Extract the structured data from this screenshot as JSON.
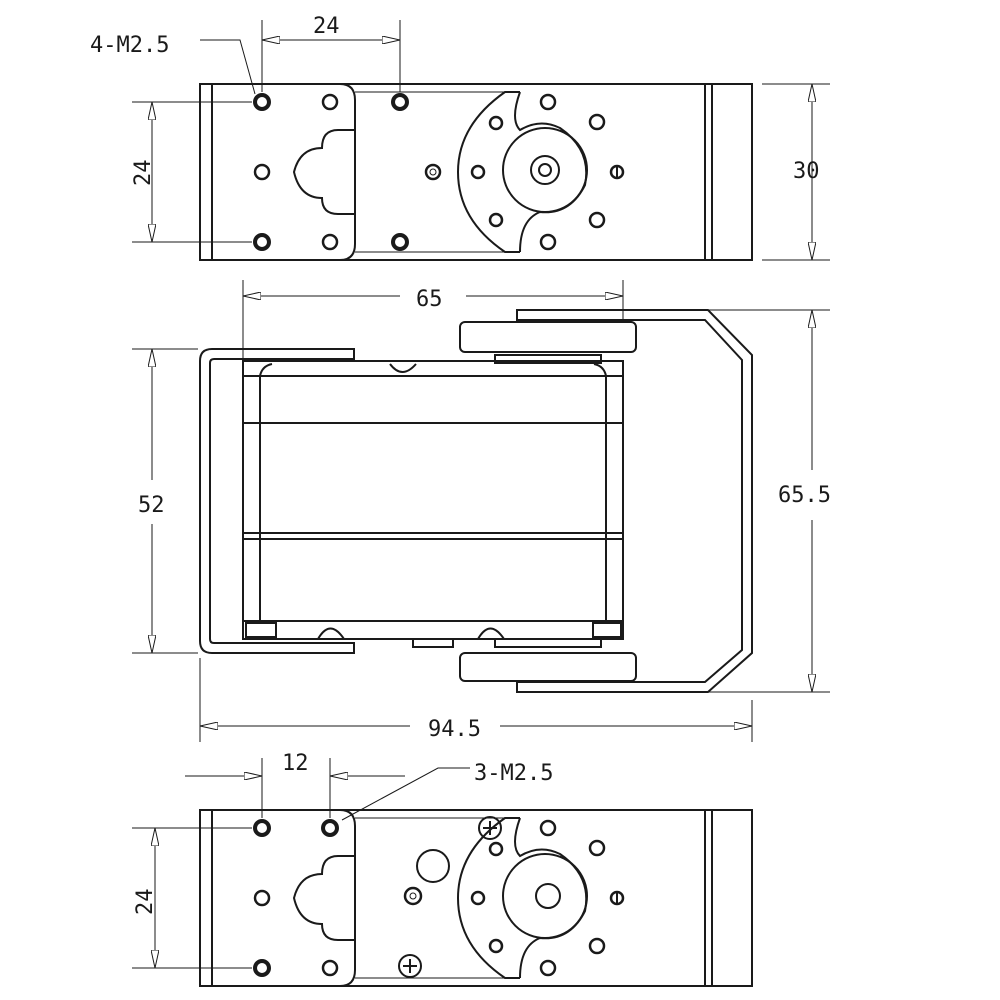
{
  "top_view": {
    "hole_callout": "4-M2.5",
    "dim_hole_spacing_horizontal": "24",
    "dim_hole_spacing_vertical": "24",
    "dim_height": "30"
  },
  "front_view": {
    "dim_horn_center": "65",
    "dim_body_height": "52",
    "dim_bracket_height": "65.5",
    "dim_total_length": "94.5"
  },
  "bottom_view": {
    "hole_callout": "3-M2.5",
    "dim_hole_spacing_horizontal": "12",
    "dim_hole_spacing_vertical": "24"
  }
}
